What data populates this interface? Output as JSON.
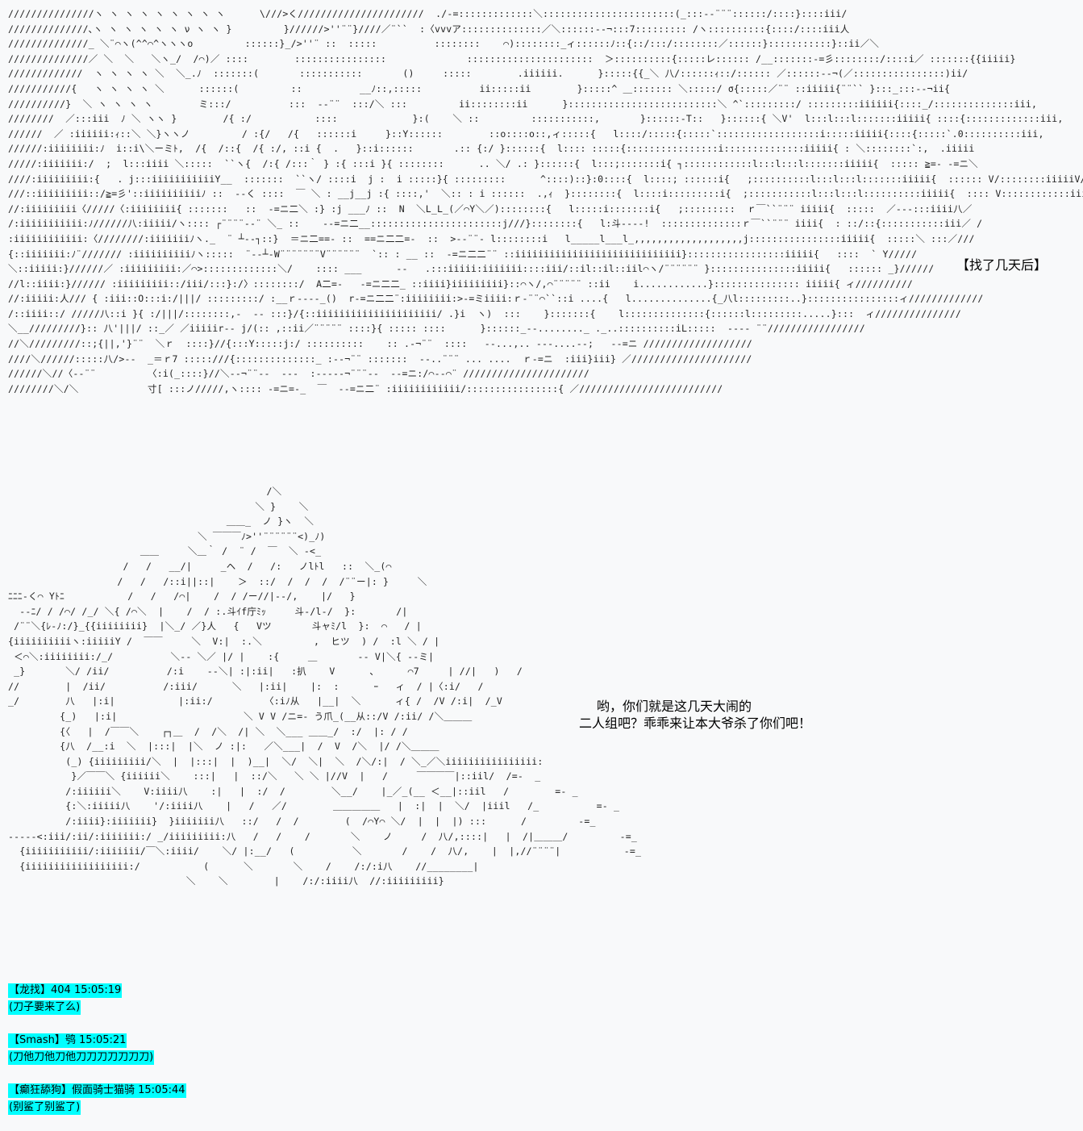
{
  "art": {
    "top": "///////////////ヽ ヽ ヽ ヽ ヽ ヽ ヽ ヽ ヽ      \\///>く//////////////////////  ./-=:::::::::::::＼:::::::::::::::::::::::(_:::-‐¨¨¨::::::/::::}::::iii/\n//////////////､ヽ ヽ ヽ ヽ ヽ ヽ ν ヽ ヽ }         }//////>''¨¨}////／¨``  :〈vvvア::::::::::::::／＼::::::-‐¬:::7::::::::: /ヽ::::::::::{::::/::::iii人\n//////////////_ ＼¨⌒ヽ(^^⌒^ヽヽヽo         ::::::}_/>''¨ ::  :::::          ::::::::    ⌒)::::::::_ィ::::::ﾉ::{::/:::/::::::::／::::::}:::::::::::}::ii／＼\n//////////////／ ＼  ＼   ＼ヽ_/  /⌒)／ ::::        ::::::::::::::::              ::::::::::::::::::::::  ＞::::::::::{:::::レ:::::: /__:::::::-=彡::::::::/::::i／ :::::::{{iiiii}\n/////////////  ヽ ヽ ヽ ヽ ＼  ＼_.ﾉ  :::::::(       :::::::::::       ()     :::::        .iiiiii.      }:::::{{_＼ 八/::::::ｨ::/:::::: ／::::::-‐¬(／::::::::::::::::)ii/\n///////////{   ヽ ヽ ヽ ヽ ＼      ::::::(         ::          __ﾉ::,:::::          ii:::::ii        }:::::^ ＿::::::: ＼:::::/ σ{:::::／¨¨ ::iiiii{¨¨`` }:::_:::-‐¬ii{\n//////////}  ＼ ヽ ヽ ヽ ヽ        ミ:::/          :::  --¨¨  :::/＼ :::         ii::::::::ii      }::::::::::::::::::::::::::＼ ^`:::::::::/ :::::::::iiiiii{::::_/::::::::::::::iii,\n////////  ／:::iii  ﾉ ＼ ヽヽ }        /{ :/           ::::             }:(    ＼ ::         :::::::::::,       }::::::-T::   }::::::{ ＼V'  l:::l:::l:::::::iiiii{ ::::{:::::::::::::iii,\n//////  ／ :iiiiii:ｨ::＼ ＼}ヽヽノ         / :{/   /{   ::::::i     }::Y::::::        ::o::::o::,ィ:::::{   l::::/:::::{:::::`::::::::::::::::::i:::::iiiii{::::{:::::`.0::::::::::iii,\n//////:iiiiiiii:ﾉ  i::i\\＼ーミﾄ,  /{  /::{  /{ :/, ::i {  .   }::i::::::       .:: {:/ }::::::{  l:::: :::::{::::::::::::::::i::::::::::::::iiiii{ : ＼::::::::`:,  .iiiii\n/////:iiiiiii:/  ;  l:::iiii ＼:::::  ``ヽ{  /:{ /:::｀ } :{ :::i }{ ::::::::      .. ＼/ .: }::::::{  l:::;:::::::i{ ┐::::::::::::l:::l:::l:::::::iiiii{  ::::: ≧=- -=ニ＼\n////:iiiiiiiii:{   . j:::iiiiiiiiiiiY__  :::::::  ``ヽ/ ::::i  j :  i :::::}{ :::::::::      ^::::)::}:0::::{  l::::; ::::::i{   ;::::::::::l:::l:::l:::::::iiiii{  :::::: V/::::::::iiiiiV/\n///::iiiiiiiii::/≧=彡'::iiiiiiiiiiﾉ ::  -‐く ::::  ￣ ＼ : __j__j :{ ::::,'  ＼:: : i ::::::  .,ｨ  }::::::::{  l::::i:::::::::i{  ;:::::::::::l:::l:::l::::::::::iiiii{  :::: V::::::::::::iiiii〈\n//:iiiiiiiii〈/////〈:iiiiiiii{ :::::::   ::  -=ニ二＼ :} :j ___ﾉ ::  N  ＼L_L_(／⌒Y＼／)::::::::{   l:::::i:::::::i{   ;:::::::::  ｒ￣``¨¨¨ iiiii{  :::::  ／‐‐‐:::iiii八／\n/:iiiiiiiiiii:ﾉ//////八:iiiii/ヽ:::: ┌¨¨¨¨‐‐¨ ＼_ ::    ‐‐=ニ二__:::::::::::::::::::::::j///}::::::::{   l:斗‐‐‐‐!  ::::::::::::::ｒ￣``¨¨¨ iiii{  : ::/::{:::::::::::iii／ /\n:iiiiiiiiiiii:〈////////:iiiiiiiﾉヽ._  ¨ ┴‐‐┐::}  ＝ニ二==- ::  ==ニ二二=-  ::  >‐‐¨¨‐ l::::::::i   l_____l___l_,,,,,,,,,,,,,,,,,,,j::::::::::::::::iiiii{  :::::＼ :::／///\n{::iiiiiii:ﾉ¨/////// :iiiiiiiiiiﾉヽ:::::  ¨‐-┴‐W¨¨¨¨¨¨¨V¨¨¨¨¨¨  `:: : __ ::  -=ニ二二¨¨ ::iiiiiiiiiiiiiiiiiiiiiiiiiiiii}:::::::::::::::::iiiii{   ::::  ` Y/////\n＼::iiiii:}//////／ :iiiiiiiii:／⌒>:::::::::::::＼/    :::: ___      -‐   .:::iiiii:iiiiiii::::iii/::il::il::iil⌒ヽ/¨¨¨¨¨¨ }:::::::::::::::iiiii{   :::::: _}//////\n//l::iiii:}////// :iiiiiiiii::/iii/:::}:/〉::::::::/  A二=-   -=ニ二二_ ::iiii}iiiiiiiii}::⌒ヽ/,⌒¨¨¨¨¨ ::ii    i............}::::::::::::::: iiiii{ ィ//////////\n//:iiiii:人/// { :iii::O:::i:/|||/ :::::::::/ :__ｒ‐‐‐‐_()  r‐=ニ二二¨:iiiiiiii:>‐=ミiiii:ｒ‐¨¨⌒``::i ....{   l..............{_八l:::::::::..}::::::::::::::::ィ/////////////\n/::iiii::/ /////八::i }{ :/|||/::::::::,-  ‐‐ :::}/{::iiiiiiiiiiiiiiiiiiiii/ .}i  ヽ)  :::    }:::::::{    l::::::::::::::{::::::l:::::::::.....}:::  ィ///////////////\n＼__/////////}:: 八'|||/ ::_／ ／iiiiir‐‐ j/(:: ,::ii／¨¨¨¨¨ ::::}{ ::::: ::::      }::::::_‐‐........_ ._..::::::::::iL:::::  -‐‐‐ ¨¨/////////////////\n//＼/////////::;{||,'}¨¨  ＼ｒ  ::::}//{:::Y:::::j:/ ::::::::::    :: .‐¬¨¨  ::::   ‐‐...,.. ---....--;   ‐‐=ニ ///////////////////\n////＼//////:::::八/>‐‐  _＝ｒ7 :::::///{::::::::::::::_ :-‐¬¨¨ :::::::  ‐‐..¨¨¨ ... ....  ｒ‐=ニ  :iii}iii} ／/////////////////////\n//////＼//〈‐‐¨¨         〈:i(_::::}//＼‐‐¬¨¨‐‐  ‐‐‐  :‐‐‐‐‐¬¨¨¨‐‐  -‐=ニ:/⌒‐‐⌒¨ //////////////////////\n////////＼/＼            寸[ :::ノ/////,ヽ:::: -=ニ=-_  ￣  -‐=ニ二¨ :iiiiiiiiiiii/::::::::::::::::{ ／/////////////////////////",
    "bottom": "                                             /＼\n                                           ＼ }    ＼\n                                      ＿＿_  ノ }ヽ  ＼\n                                 ＼ ￣￣￣ﾉ>''¨¨¨¨¨¨<)_ﾉ)\n                       ＿＿     ＼＿｀ /  ¨ /  ￣  ＼ -<_\n                    /   /   __/|     _ヘ  /   /:   ノlﾄl   ::  ＼_(⌒\n                   /   /   /::i||::|    ＞  ::/  /  /  /  /¨¨ー|: }     ＼\nﾆﾆﾆ-く⌒ Yﾄﾆ           /   /   /⌒|    /  / /ー//|‐‐/,    |/   }\n  --ﾆ/ / /⌒/ /_/ ＼{ /⌒＼  |    /  / :.斗ｲf庁ﾐｯ     斗-/l-/  }:       /|\n /¨¨＼{ﾚ-ﾉ:/}_{{iiiiiiii}  |＼_/ ／}人   {   Vツ       斗ャﾐ/l  }:  ⌒   / |\n{iiiiiiiiiiヽ:iiiiiY /  ￣￣     ＼  V:|  :.＼         ,  ヒツ  ) /  :l ＼ / |\n ＜⌒＼:iiiiiiii:/_/          ＼-- ＼／ |/ |    :{     ＿       ‐‐ V|＼{ ‐‐ミ|\n _}       ＼/ /ii/          /:i    ‐‐＼| :|:ii|   :扒    V      、     ⌒7     | //|   )   /\n//        |  /ii/          /:iii/      ＼   |:ii|    |:  :      ｰ   ィ  / |〈:i/   /\n_/        八   |:i|           |:ii:/         〈:iﾉ从   |__|  ＼      ィ{ /  /V /:i|  /_V\n         {_)   |:i|                      ＼ V V /ニ=- う爪_(__从::/V /:ii/ /＼＿＿＿\n         {〈   |  /￣￣＼    ┌┐＿  /  /＼  /| ＼  ＼___ ＿＿_/  :/  |: / /\n         {八  /__:i  ＼  |:::|  |＼  ノ :|:   ／＼___|  /  V  /＼  |/ /＼＿＿＿\n          (_) {iiiiiiiii/＼  |  |:::|  |  )__|  ＼/  ＼|  ＼  /＼/:|  / ＼_／＼iiiiiiiiiiiiiiii:\n           }／￣￣＼ {iiiiii＼    :::|   |  ::/＼   ＼ ＼ |//V  |   /     ￣￣￣￣|::iil/  /=-  _\n          /:iiiiii＼    V:iiii八    :|   |  :/  /        ＼__/    |_／_(__ ＜__|::iil   /        =- _\n          {:＼:iiiii八    '/:iiii八    |   /   ／/        ＿＿＿＿＿   |  :|  |  ＼/  |iiil   /_          =- _\n          /:iiii}:iiiiiii}  }iiiiiii八   ::/   /  /        (  /⌒Y⌒ ＼/  |  |  |) :::      /         -=_\n-----<:iii/:ii/:iiiiiii:/ _/iiiiiiiii:八   /   /    /       ＼    ノ     /  八/,::::|   |  /|＿＿＿/         -=_\n  {iiiiiiiiiii/:iiiiiii/￣＼:iiii/    ＼/ |:__/   (          ＼       /    /  八/,    |  |,//¨¨¨¨|           -=_\n  {iiiiiiiiiiiiiiiiii:/           (      ＼       ＼    /    /:/:i八    //________|\n                               ＼    ＼        |    /:/:iiii八  //:iiiiiiiii}"
  },
  "caption_top": "【找了几天后】",
  "speech": {
    "line1": "哟，你们就是这几天大闹的",
    "line2": "二人组吧？乖乖来让本大爷杀了你们吧！"
  },
  "comments": [
    {
      "meta": "【龙找】404 15:05:19",
      "body": "(刀子要来了么)"
    },
    {
      "meta": "【Smash】鸮 15:05:21",
      "body": "(刀他刀他刀他刀刀刀刀刀刀刀)"
    },
    {
      "meta": "【癫狂舔狗】假面骑士猫骑 15:05:44",
      "body": "(别鲨了别鲨了)"
    }
  ],
  "colors": {
    "background": "#f8f9fa",
    "comment_highlight": "#00ffff",
    "text": "#000000"
  }
}
